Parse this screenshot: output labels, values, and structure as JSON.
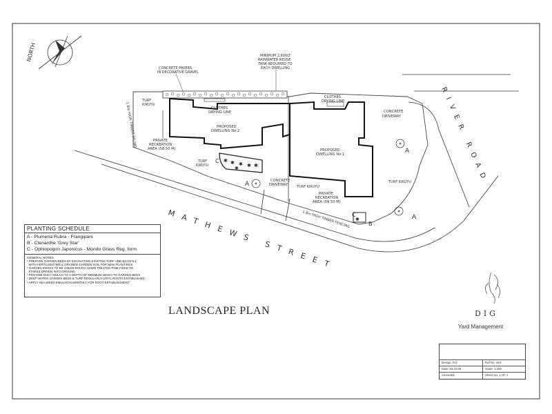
{
  "north_label": "NORTH",
  "labels": {
    "pavers": [
      "CONCRETE PAVERS",
      "IN DECORATIVE GRAVEL"
    ],
    "tank": [
      "MINIMUM 2,600LT",
      "RAINWATER REUSE",
      "TANK REQUIRED TO",
      "EACH DWELLING"
    ],
    "clothes_left": [
      "CLOTHES",
      "DRYING LINE"
    ],
    "clothes_right": [
      "CLOTHES",
      "DRYING LINE"
    ],
    "concrete_driveway_right": [
      "CONCRETE",
      "DRIVEWAY"
    ],
    "dwelling2": [
      "PROPOSED",
      "DWELLING No.2"
    ],
    "dwelling1": [
      "PROPOSED",
      "DWELLING No.1"
    ],
    "turf_kikuyu_nw": [
      "TURF",
      "KIKUYU"
    ],
    "turf_kikuyu_mid": [
      "TURF",
      "KIKUYU"
    ],
    "turf_kikuyu_s": "TURF KIKUYU",
    "turf_kikuyu_e": "TURF KIKUYU",
    "private_rec_left": [
      "PRIVATE",
      "RECREATION",
      "AREA (58.50 M)"
    ],
    "private_rec_right": [
      "PRIVATE",
      "RECREATION",
      "AREA (59.50 M)"
    ],
    "concrete_driveway_mid": [
      "CONCRETE",
      "DRIVEWAY"
    ],
    "fence_west": "1.8m HIGH TIMBER PALING",
    "fence_south": "1.8m HIGH TIMBER FENCING",
    "mathews_street": "MATHEWS STREET",
    "river_road": "RIVER ROAD",
    "plant_a": "A",
    "plant_b": "B",
    "plant_c": "C"
  },
  "schedule": {
    "title": "PLANTING SCHEDULE",
    "plants": [
      "A - Plumeria Rubra - Frangipani",
      "B - Ctenanthe 'Grey Star'",
      "C - Ophiopogon Japonicus - Mondo Grass Reg. form"
    ],
    "notes_title": "GENERAL NOTES",
    "notes": [
      "* PREPARE GARDEN BEDS BY EXCAVATING EXISTING TURF AND BACKFILL",
      "  WITH FERTILISED WELL DRAINED GARDEN SOIL FOR NEW PLANTINGS",
      "* GARDEN EDGES TO BE 100x25 ROUGH SAWN TREATED PINE FIXED TO",
      "  STAKES DRIVEN INTO GROUND",
      "* PROVIDE EUCY MULCH TO A DEPTH OF MINIMUM 150mm TO GARDEN BEDS",
      "* DEEP WATER GARDEN BEDS & TURF REGULARLY UNTIL ROOTS ESTABLISHED",
      "* APPLY SEA WEED EMULSION MONTHLY FOR ROOT ESTABLISHMENT"
    ]
  },
  "plan_title": "LANDSCAPE PLAN",
  "brand": {
    "name": "DIG",
    "subtitle": "Yard Management"
  },
  "title_block": {
    "design_label": "Design: Fnz",
    "ref_label": "Ref No: 440",
    "date_label": "Date: 15.10.06",
    "scale_label": "Scale: 1:200",
    "amended_label": "Amended:",
    "sheet_label": "Sheet No: 1 OF 1"
  }
}
